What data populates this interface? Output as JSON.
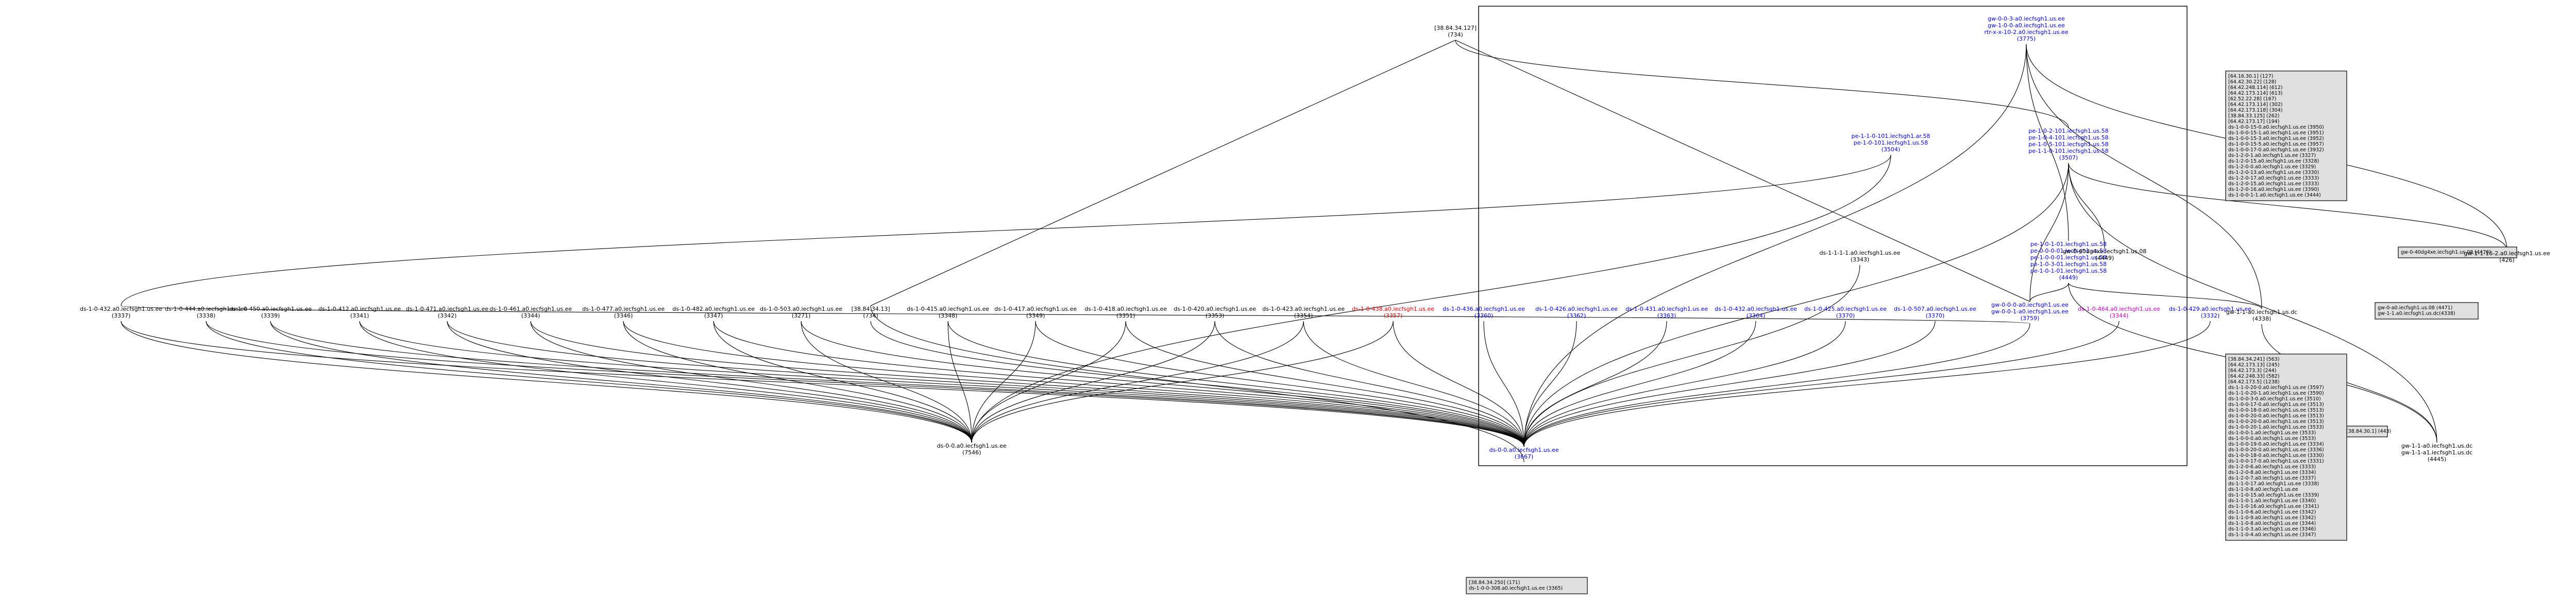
{
  "colors": {
    "black": "#000000",
    "blue": "#0000ee",
    "red": "#ee0000",
    "magenta": "#cc00cc",
    "box_fill": "#e0e0e0",
    "edge": "#000000"
  },
  "nodes": [
    {
      "id": "host_top",
      "lines": [
        "[38.84.34.127]",
        "(734)"
      ],
      "color": "black"
    },
    {
      "id": "gw_top",
      "lines": [
        "gw-0-0-3-a0.iecfsgh1.us.ee",
        "gw-1-0-0-a0.iecfsgh1.us.ee",
        "rtr-x-x-10-2.a0.iecfsgh1.us.ee",
        "(3775)"
      ],
      "color": "blue"
    },
    {
      "id": "pe_left",
      "lines": [
        "pe-1-1-0-101.iecfsgh1.ar.58",
        "pe-1-0-101.iecfsgh1.us.58",
        "(3504)"
      ],
      "color": "blue"
    },
    {
      "id": "pe_mid",
      "lines": [
        "pe-1-0-2-101.iecfsgh1.us.58",
        "pe-1-0-4-101.iecfsgh1.us.58",
        "pe-1-0-5-101.iecfsgh1.us.58",
        "pe-1-1-0-101.iecfsgh1.us.58",
        "(3507)"
      ],
      "color": "blue"
    },
    {
      "id": "pe_low",
      "lines": [
        "pe-1-0-1-01.iecfsgh1.us.58",
        "pe-0-0-0-01.iecfsgh1.us.58",
        "pe-1-0-0-01.iecfsgh1.us.58",
        "pe-1-0-3-01.iecfsgh1.us.58",
        "pe-1-0-1-01.iecfsgh1.us.58",
        "(4449)"
      ],
      "color": "blue"
    },
    {
      "id": "gw_hub",
      "lines": [
        "gw-0-0-0-a0.iecfsgh1.us.ee",
        "gw-0-0-1-a0.iecfsgh1.us.ee",
        "(3759)"
      ],
      "color": "blue"
    },
    {
      "id": "ds_mid",
      "lines": [
        "ds-1-1-1-1.a0.iecfsgh1.us.ee",
        "(3343)"
      ],
      "color": "black"
    },
    {
      "id": "gw_right",
      "lines": [
        "gw-0-40dg4xe.iecfsgh1.us.08",
        "(4449)"
      ],
      "color": "black"
    },
    {
      "id": "gw_far_right",
      "lines": [
        "gw-1-1-16-2.a0.iecfsgh1.us.ee",
        "(426)"
      ],
      "color": "black"
    },
    {
      "id": "gw_dc",
      "lines": [
        "gw-1-1-a0.iecfsgh1.us.dc",
        "(4338)"
      ],
      "color": "black"
    },
    {
      "id": "gw_bottom_right",
      "lines": [
        "gw-1-1-a0.iecfsgh1.us.dc",
        "gw-1-1-a1.iecfsgh1.us.dc",
        "(4445)"
      ],
      "color": "black"
    },
    {
      "id": "hub",
      "lines": [
        "ds-0-0.a0.iecfsgh1.us.ee",
        "(3667)"
      ],
      "color": "blue"
    },
    {
      "id": "sink",
      "lines": [
        "ds-0-0.a0.iecfsgh1.us.ee",
        "(7546)"
      ],
      "color": "black"
    },
    {
      "id": "h1",
      "lines": [
        "ds-1-0-432.a0.iecfsgh1.us.ee",
        "(3337)"
      ],
      "color": "black"
    },
    {
      "id": "h2",
      "lines": [
        "ds-1-0-444.a0.iecfsgh1.us.ee",
        "(3338)"
      ],
      "color": "black"
    },
    {
      "id": "h3",
      "lines": [
        "ds-1-0-450.a0.iecfsgh1.us.ee",
        "(3339)"
      ],
      "color": "black"
    },
    {
      "id": "h4",
      "lines": [
        "ds-1-0-412.a0.iecfsgh1.us.ee",
        "(3341)"
      ],
      "color": "black"
    },
    {
      "id": "h5",
      "lines": [
        "ds-1-0-471.a0.iecfsgh1.us.ee",
        "(3342)"
      ],
      "color": "black"
    },
    {
      "id": "h6",
      "lines": [
        "ds-1-0-461.a0.iecfsgh1.us.ee",
        "(3344)"
      ],
      "color": "black"
    },
    {
      "id": "h7",
      "lines": [
        "ds-1-0-477.a0.iecfsgh1.us.ee",
        "(3346)"
      ],
      "color": "black"
    },
    {
      "id": "h8",
      "lines": [
        "ds-1-0-482.a0.iecfsgh1.us.ee",
        "(3347)"
      ],
      "color": "black"
    },
    {
      "id": "h9",
      "lines": [
        "ds-1-0-503.a0.iecfsgh1.us.ee",
        "(3271)"
      ],
      "color": "black"
    },
    {
      "id": "h10",
      "lines": [
        "[38.84.34.13]",
        "(734)"
      ],
      "color": "black"
    },
    {
      "id": "h11",
      "lines": [
        "ds-1-0-415.a0.iecfsgh1.us.ee",
        "(3348)"
      ],
      "color": "black"
    },
    {
      "id": "h12",
      "lines": [
        "ds-1-0-417.a0.iecfsgh1.us.ee",
        "(3349)"
      ],
      "color": "black"
    },
    {
      "id": "h13",
      "lines": [
        "ds-1-0-418.a0.iecfsgh1.us.ee",
        "(3351)"
      ],
      "color": "black"
    },
    {
      "id": "h14",
      "lines": [
        "ds-1-0-420.a0.iecfsgh1.us.ee",
        "(3353)"
      ],
      "color": "black"
    },
    {
      "id": "h15",
      "lines": [
        "ds-1-0-423.a0.iecfsgh1.us.ee",
        "(3354)"
      ],
      "color": "black"
    },
    {
      "id": "h16",
      "lines": [
        "ds-1-0-438.a0.iecfsgh1.us.ee",
        "(3357)"
      ],
      "color": "red"
    },
    {
      "id": "h17",
      "lines": [
        "ds-1-0-436.a0.iecfsgh1.us.ee",
        "(3360)"
      ],
      "color": "blue"
    },
    {
      "id": "h18",
      "lines": [
        "ds-1-0-426.a0.iecfsgh1.us.ee",
        "(3362)"
      ],
      "color": "blue"
    },
    {
      "id": "h19",
      "lines": [
        "ds-1-0-431.a0.iecfsgh1.us.ee",
        "(3363)"
      ],
      "color": "blue"
    },
    {
      "id": "h20",
      "lines": [
        "ds-1-0-432.a0.iecfsgh1.us.ee",
        "(3364)"
      ],
      "color": "blue"
    },
    {
      "id": "h21",
      "lines": [
        "ds-1-0-425.a0.iecfsgh1.us.ee",
        "(3370)"
      ],
      "color": "blue"
    },
    {
      "id": "h22",
      "lines": [
        "ds-1-0-507.a0.iecfsgh1.us.ee",
        "(3370)"
      ],
      "color": "blue"
    },
    {
      "id": "h23",
      "lines": [
        "ds-1-0-464.a0.iecfsgh1.us.ee",
        "(3344)"
      ],
      "color": "magenta"
    },
    {
      "id": "h24",
      "lines": [
        "ds-1-0-429.a0.iecfsgh1.us.ee",
        "(3332)"
      ],
      "color": "blue"
    }
  ],
  "boxes": [
    {
      "id": "box_top_right",
      "lines": [
        "[64.16.30.1] (127)",
        "[64.42.30.22] (128)",
        "[64.42.248.114] (612)",
        "[64.42.173.114] (613)",
        "[62.52.22.28] (167)",
        "[64.42.173.114] (302)",
        "[64.42.173.118] (304)",
        "[38.84.33.125] (262)",
        "[64.42.173.17] (194)",
        "ds-1-0-0-15-0.a0.iecfsgh1.us.ee (3950)",
        "ds-1-0-0-15-1.a0.iecfsgh1.us.ee (3951)",
        "ds-1-0-0-15-3.a0.iecfsgh1.us.ee (3952)",
        "ds-1-0-0-15-5.a0.iecfsgh1.us.ee (3957)",
        "ds-1-0-0-17-0.a0.iecfsgh1.us.ee (3932)",
        "ds-1-2-0-1.a0.iecfsgh1.us.ee (3327)",
        "ds-1-2-0-15.a0.iecfsgh1.us.ee (3328)",
        "ds-1-2-0-0.a0.iecfsgh1.us.ee (3329)",
        "ds-1-2-0-13.a0.iecfsgh1.us.ee (3330)",
        "ds-1-2-0-17.a0.iecfsgh1.us.ee (3333)",
        "ds-1-2-0-15.a0.iecfsgh1.us.ee (3333)",
        "ds-1-2-0-16.a0.iecfsgh1.us.ee (3390)",
        "ds-1-0-0-1-1.a0.iecfsgh1.us.ee (3444)"
      ]
    },
    {
      "id": "box_right_mid",
      "lines": [
        "gw-0-40dg4xe.iecfsgh1.us.08 (4470)"
      ]
    },
    {
      "id": "box_right_small",
      "lines": [
        "gw-0-a0.iecfsgh1.us.08 (4471)",
        "gw-1-1.a0.iecfsgh1.us.dc(4338)"
      ]
    },
    {
      "id": "box_small_ip",
      "lines": [
        "[38.84.30.1] (443)"
      ]
    },
    {
      "id": "box_bottom_right",
      "lines": [
        "[38.84.34.241] (563)",
        "[64.42.173.13] (245)",
        "[64.42.173.3] (244)",
        "[64.42.248.33] (582)",
        "[64.42.173.5] (1238)",
        "ds-1-1-0-20-0.a0.iecfsgh1.us.ee (3597)",
        "ds-1-1-0-20-1.a0.iecfsgh1.us.ee (3590)",
        "ds-1-0-0-3-0.a0.iecfsgh1.us.ee (3510)",
        "ds-1-0-0-17-0.a0.iecfsgh1.us.ee (3513)",
        "ds-1-0-0-18-0.a0.iecfsgh1.us.ee (3513)",
        "ds-1-0-0-20-0.a0.iecfsgh1.us.ee (3513)",
        "ds-1-0-0-20-0.a0.iecfsgh1.us.ee (3513)",
        "ds-1-0-0-20-1.a0.iecfsgh1.us.ee (3533)",
        "ds-1-0-0-1.a0.iecfsgh1.us.ee (3533)",
        "ds-1-0-0-0.a0.iecfsgh1.us.ee (3533)",
        "ds-1-0-0-19-0.a0.iecfsgh1.us.ee (3334)",
        "ds-1-0-0-20-0.a0.iecfsgh1.us.ee (3336)",
        "ds-1-0-0-18-0.a0.iecfsgh1.us.ee (3330)",
        "ds-1-0-0-17-0.a0.iecfsgh1.us.ee (3331)",
        "ds-1-2-0-6.a0.iecfsgh1.us.ee (3333)",
        "ds-1-2-0-8.a0.iecfsgh1.us.ee (3334)",
        "ds-1-2-0-7.a0.iecfsgh1.us.ee (3337)",
        "ds-1-1-0-17.a0.iecfsgh1.us.ee (3338)",
        "ds-1-1-0-8.a0.iecfsgh1.us.ee",
        "ds-1-1-0-15.a0.iecfsgh1.us.ee (3339)",
        "ds-1-1-0-1.a0.iecfsgh1.us.ee (3340)",
        "ds-1-1-0-16.a0.iecfsgh1.us.ee (3341)",
        "ds-1-1-0-6.a0.iecfsgh1.us.ee (3342)",
        "ds-1-1-0-9.a0.iecfsgh1.us.ee (3342)",
        "ds-1-1-0-8.a0.iecfsgh1.us.ee (3344)",
        "ds-1-1-0-3.a0.iecfsgh1.us.ee (3346)",
        "ds-1-1-0-4.a0.iecfsgh1.us.ee (3347)"
      ]
    },
    {
      "id": "box_bottom",
      "lines": [
        "[38.84.34.250] (171)",
        "ds-1-0-0-308.a0.iecfsgh1.us.ee (3365)"
      ]
    }
  ]
}
